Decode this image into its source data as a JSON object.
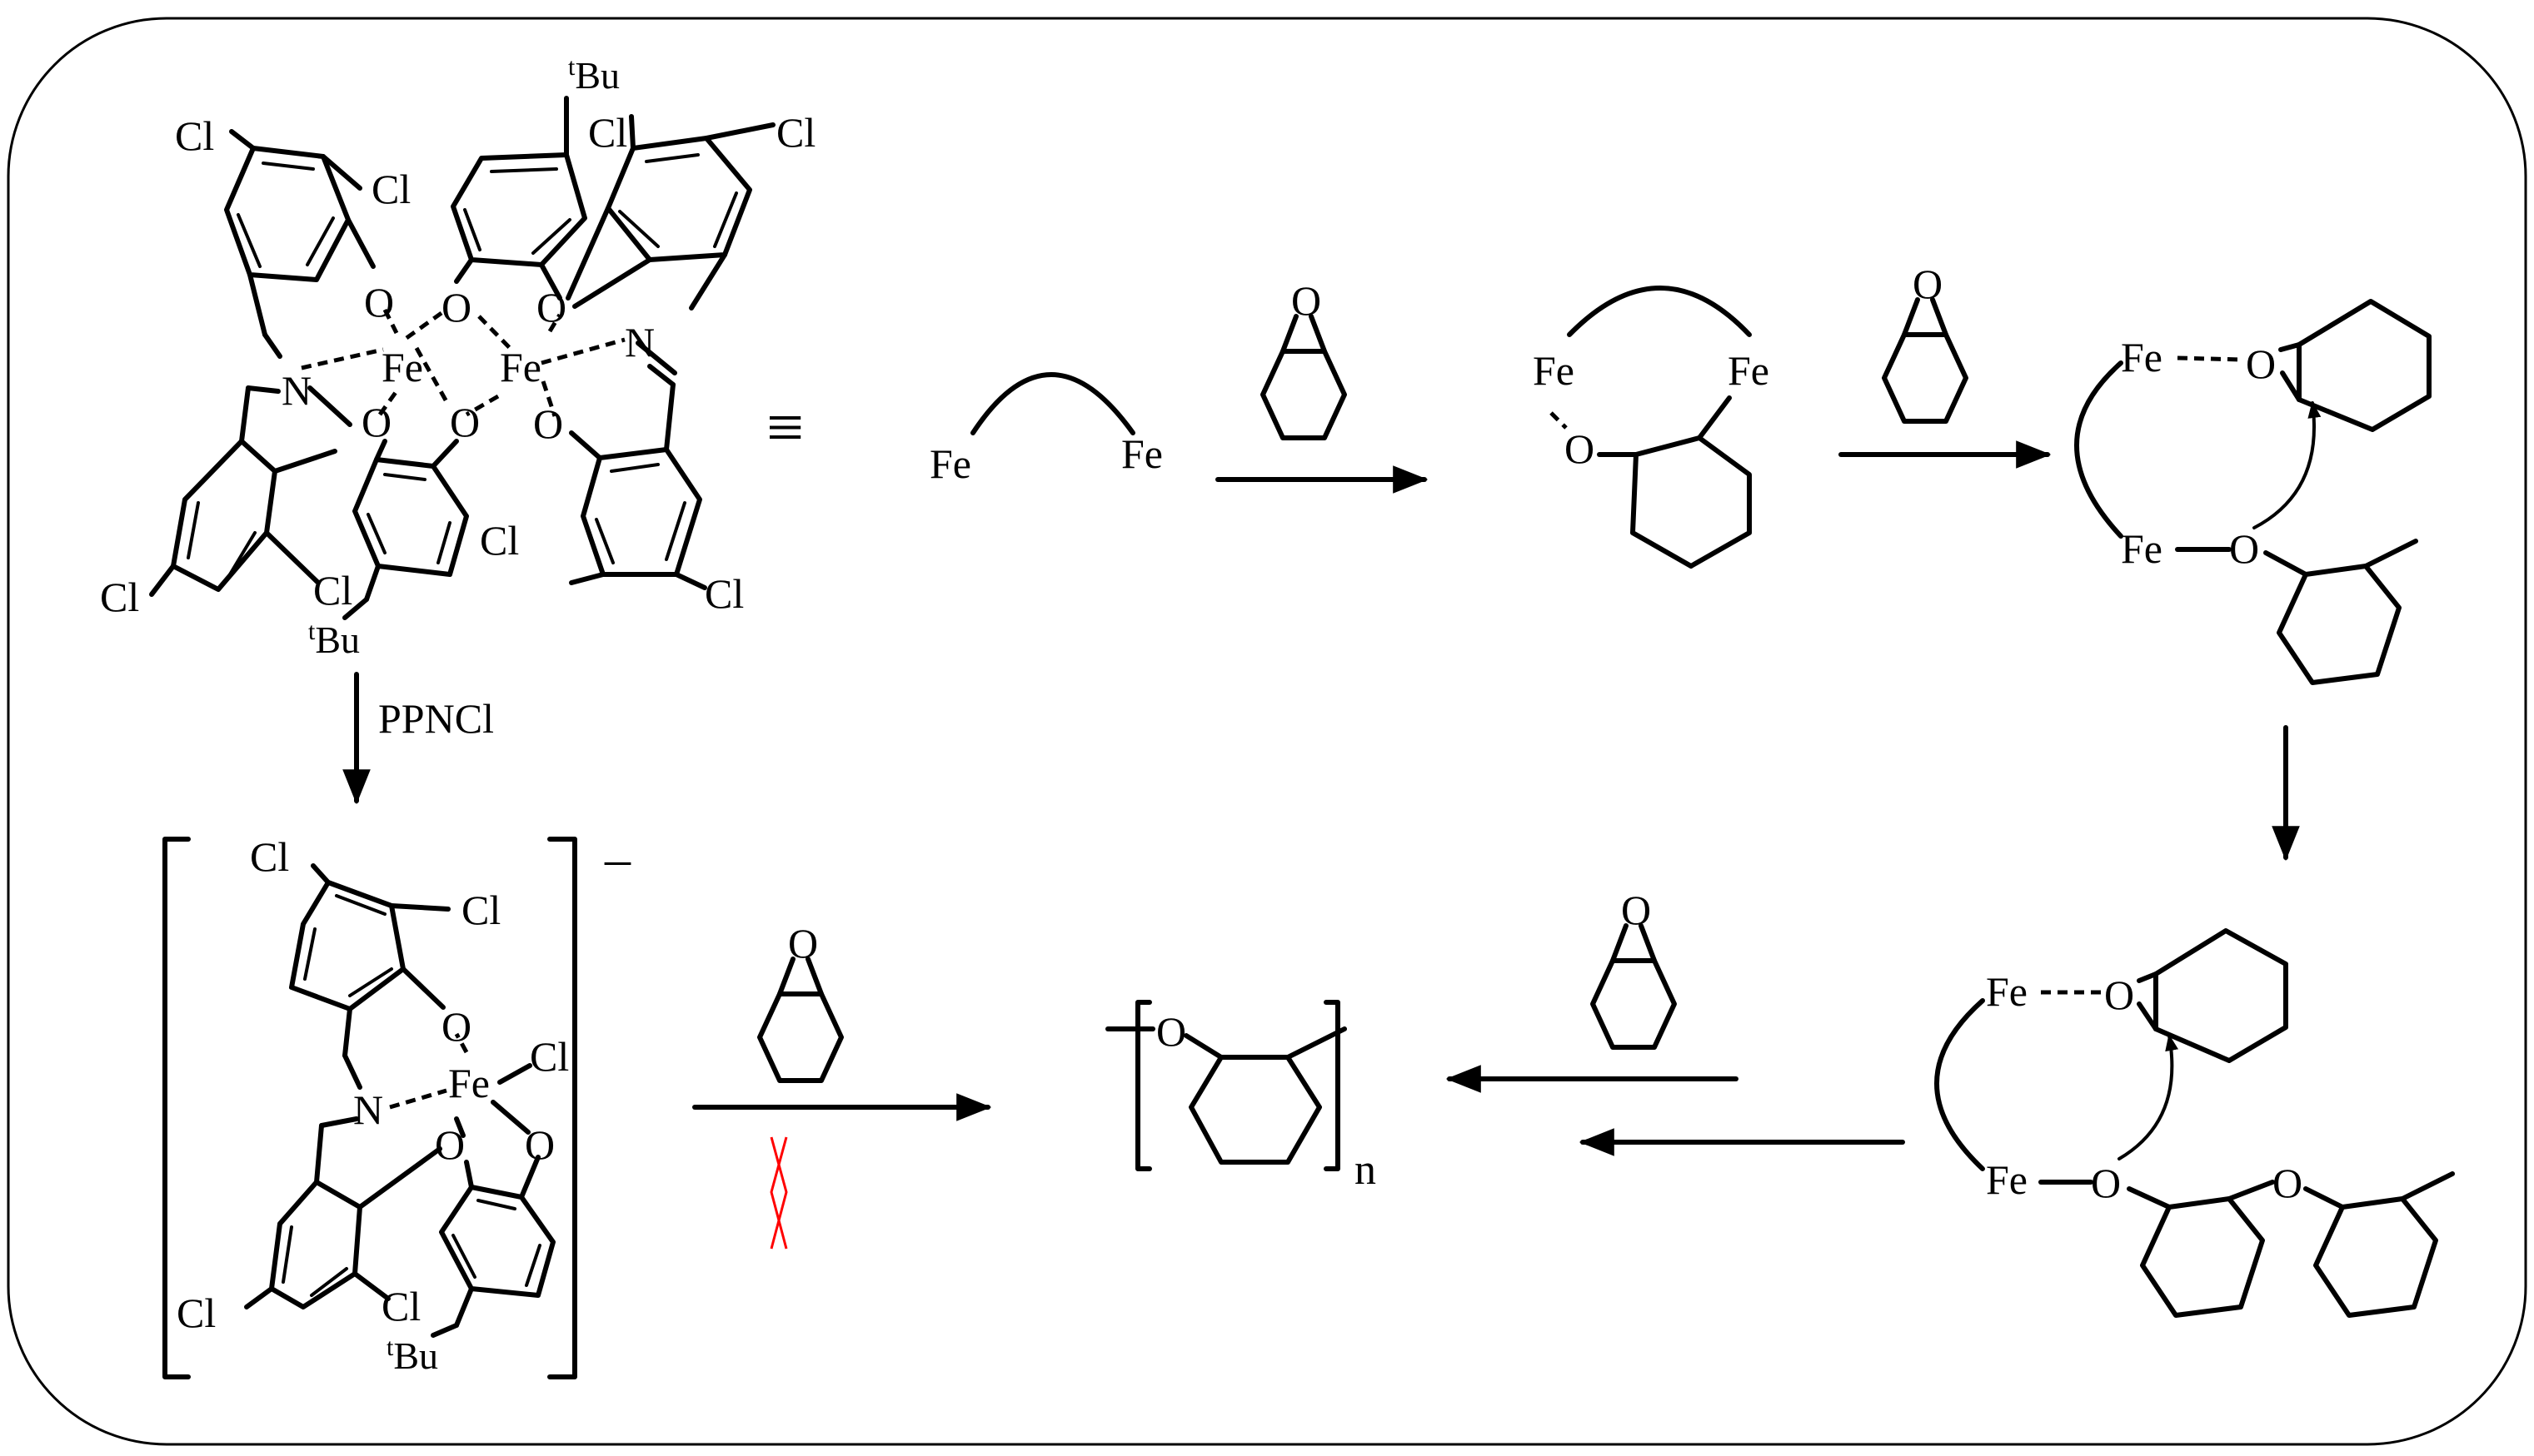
{
  "labels": {
    "Cl": "Cl",
    "O": "O",
    "N": "N",
    "Fe": "Fe",
    "tBu_sup": "t",
    "tBu": "Bu",
    "equiv": "≡",
    "PPNCl": "PPNCl",
    "minus": "–",
    "n": "n"
  },
  "colors": {
    "ink": "#000000",
    "blocked_x": "#ff0000",
    "frame": "#000000"
  },
  "icons": {
    "blocked": "red-cross-mark"
  }
}
